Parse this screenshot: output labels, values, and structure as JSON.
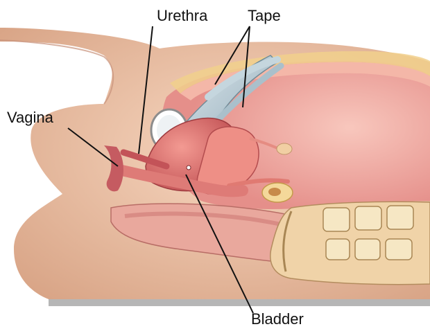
{
  "labels": {
    "urethra": "Urethra",
    "tape": "Tape",
    "vagina": "Vagina",
    "bladder": "Bladder"
  },
  "colors": {
    "skin": "#ecc3a6",
    "skin_shadow": "#d9a587",
    "cavity": "#f2a8a0",
    "organ": "#e2706e",
    "organ_dark": "#b9474a",
    "tape": "#b9cdd6",
    "bone": "#f3e1b6",
    "leader": "#111111"
  },
  "icons": {
    "bone": "vertebra-shapes",
    "pubic": "pubic-bone-oval"
  }
}
